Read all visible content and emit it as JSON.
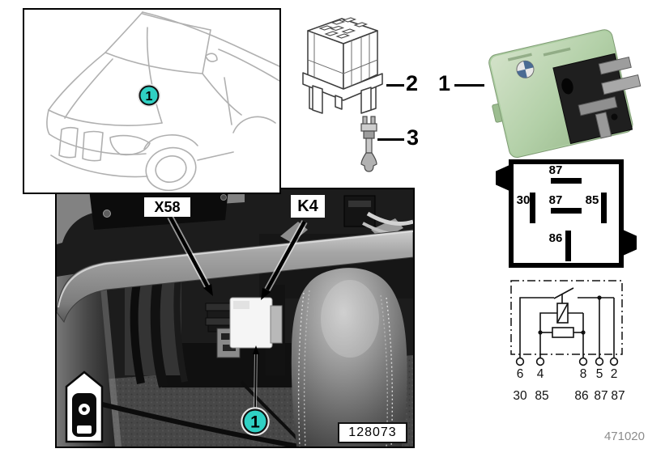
{
  "callouts": {
    "car": "1",
    "socket": "2",
    "pin": "3",
    "relay": "1",
    "photo": "1"
  },
  "photo": {
    "connector_label": "X58",
    "relay_label": "K4",
    "image_number": "128073"
  },
  "pin_diagram": {
    "top_label": "87",
    "mid_left": "30",
    "mid_center": "87",
    "mid_right": "85",
    "bottom_label": "86"
  },
  "schematic": {
    "pins": [
      "6",
      "4",
      "8",
      "5",
      "2"
    ],
    "terminals": [
      "30",
      "85",
      "86",
      "87",
      "87"
    ]
  },
  "footer": {
    "drawing_number": "471020"
  },
  "colors": {
    "callout_fill": "#2fd0c3",
    "relay_green": "#aecfa3"
  }
}
